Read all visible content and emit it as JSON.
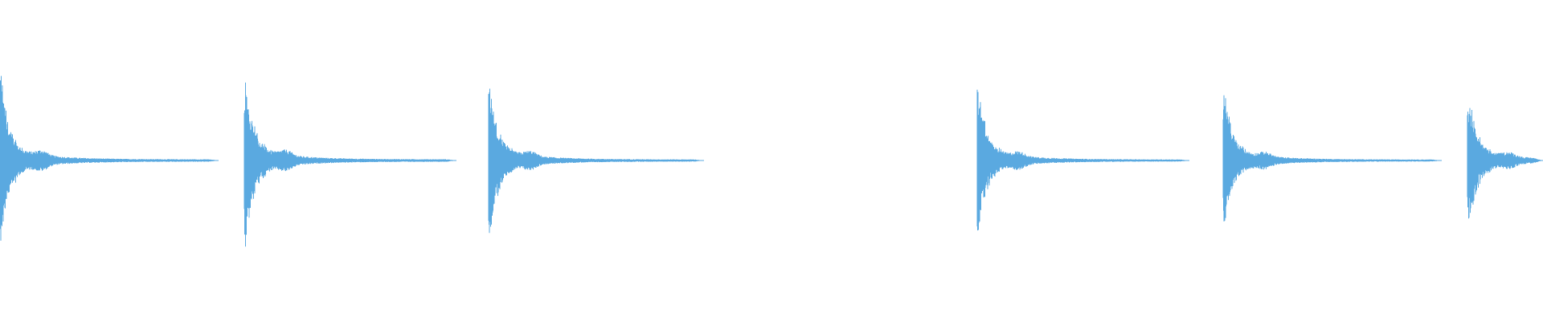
{
  "colors": {
    "background": "#ffffff",
    "waveform": "#5aa9e0"
  },
  "waveform": {
    "clip_count": 6,
    "clips": [
      {
        "id": "hit-1",
        "peak": 1.0
      },
      {
        "id": "hit-2",
        "peak": 1.03
      },
      {
        "id": "hit-3",
        "peak": 0.92
      },
      {
        "id": "hit-4",
        "peak": 0.88
      },
      {
        "id": "hit-5",
        "peak": 0.84
      },
      {
        "id": "hit-6",
        "peak": 0.82
      }
    ]
  }
}
